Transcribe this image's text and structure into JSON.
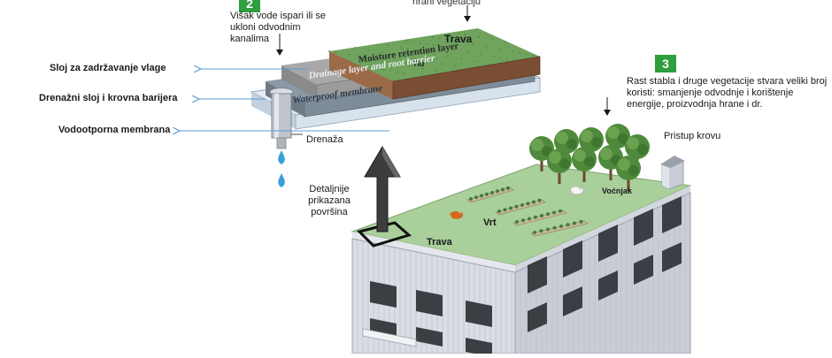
{
  "colors": {
    "grass": "#7fb46c",
    "soil": "#8a5a3b",
    "moisture_layer": "#9b9b9b",
    "drainage_layer": "#7e8c99",
    "membrane": "#cfdbe8",
    "building_wall": "#c8cdd6",
    "roof": "#a9cf9a",
    "badge": "#2e9e3e",
    "water": "#3aa0dc",
    "pointer": "#5a9bd4"
  },
  "top_note": "hrani vegetaciju",
  "badge2": "2",
  "note2": "Višak vode ispari ili se ukloni odvodnim kanalima",
  "layers": {
    "grass": "Trava",
    "soil": "Tlo",
    "moisture": "Moisture retention layer",
    "drainage": "Drainage layer and root barrier",
    "waterproof": "Waterproof membrane"
  },
  "left_labels": {
    "moisture": "Sloj za zadržavanje vlage",
    "drainage": "Drenažni sloj i krovna barijera",
    "membrane": "Vodootporna membrana"
  },
  "drain_label": "Drenaža",
  "detail_label": "Detaljnije prikazana površina",
  "badge3": "3",
  "note3": "Rast stabla i druge vegetacije stvara veliki broj koristi: smanjenje odvodnje i korištenje energije, proizvodnja hrane i dr.",
  "roof_access": "Pristup krovu",
  "orchard": "Voćnjak",
  "garden": "Vrt",
  "roof_grass": "Trava"
}
